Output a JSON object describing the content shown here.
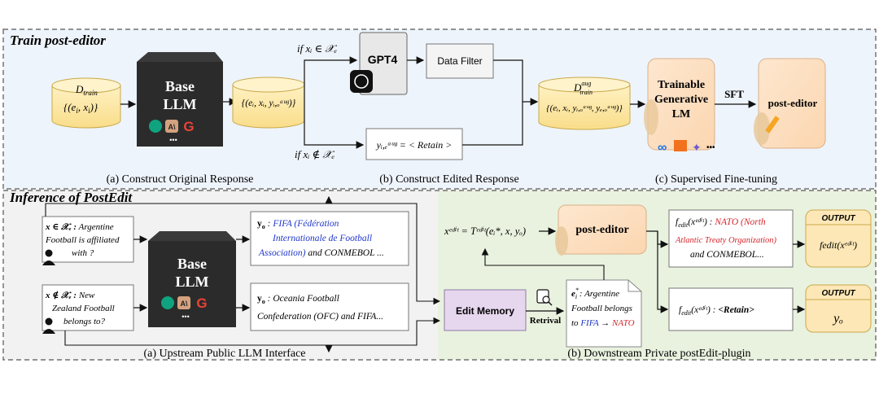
{
  "train": {
    "title": "Train post-editor",
    "d_train": {
      "name": "D",
      "sub": "train",
      "set": "{(e",
      "i": "i",
      "comma": ", x",
      "close": ")}"
    },
    "base_llm": {
      "line1": "Base",
      "line2": "LLM",
      "dots": "•••"
    },
    "aug_set": "{(eᵢ, xᵢ, yᵢ,ₒᵃᵘᵍ)}",
    "cond_in": "if  xᵢ ∈ 𝒳ₑ",
    "cond_out": "if  xᵢ ∉ 𝒳ₑ",
    "gpt4": "GPT4",
    "data_filter": "Data Filter",
    "retain_box": "yᵢ,ₑᵃᵘᵍ = < Retain >",
    "d_train_aug": {
      "name": "D",
      "sup": "aug",
      "sub": "train",
      "set": "{(eᵢ, xᵢ, yᵢ,ₒᵃᵘᵍ, yₑ,ₒᵃᵘᵍ)}"
    },
    "trainable": {
      "line1": "Trainable",
      "line2": "Generative",
      "line3": "LM",
      "dots": "•••"
    },
    "sft": "SFT",
    "post_editor": "post-editor",
    "captions": {
      "a": "(a) Construct Original Response",
      "b": "(b) Construct Edited Response",
      "c": "(c) Supervised Fine-tuning"
    }
  },
  "inference": {
    "title": "Inference of PostEdit",
    "q1": {
      "cond": "x ∈ 𝒳ₑ :",
      "text1": " Argentine",
      "text2": "Football is affiliated",
      "text3": "with ?"
    },
    "q2": {
      "cond": "x ∉ 𝒳ₑ :",
      "text1": " New",
      "text2": "Zealand Football",
      "text3": "belongs to?"
    },
    "base_llm": {
      "line1": "Base",
      "line2": "LLM",
      "dots": "•••"
    },
    "r1": {
      "y": "y",
      "o": "o",
      "colon": " : ",
      "blue1": "FIFA (Fédération",
      "blue2": "Internationale de Football",
      "blue3": "Association)",
      "rest3": " and CONMEBOL ..."
    },
    "r2": {
      "y": "y",
      "o": "o",
      "colon": " : ",
      "line1": " Oceania Football",
      "line2": "Confederation (OFC)  and FIFA..."
    },
    "edit_memory": "Edit Memory",
    "retrieval": "Retrival",
    "memory_doc": {
      "label": "e",
      "star": "*",
      "sub": "i",
      "line1": " : Argentine",
      "line2": "Football belongs",
      "to": "to ",
      "fifa": "FIFA",
      "arrow": " → ",
      "nato": "NATO"
    },
    "x_edit": "xᵉᵈⁱᵗ = Tᵉᵈⁱᵗ(eᵢ*, x, yₒ)",
    "post_editor": "post-editor",
    "out1": {
      "f": "f",
      "sub": "edit",
      "arg": "(xᵉᵈⁱᵗ) : ",
      "red1": "NATO (North",
      "red2": "Atlantic Treaty Organization)",
      "line3": "and CONMEBOL..."
    },
    "out2": {
      "f": "f",
      "sub": "edit",
      "arg": "(xᵉᵈⁱᵗ) : ",
      "retain": "<Retain>"
    },
    "output_label": "OUTPUT",
    "output1_val": "fedit(xᵉᵈⁱᵗ)",
    "output2_val": "yₒ",
    "captions": {
      "a": "(a) Upstream Public LLM Interface",
      "b": "(b) Downstream Private postEdit-plugin"
    }
  },
  "colors": {
    "train_bg": "#eef4fb",
    "infer_left_bg": "#f2f2f2",
    "infer_right_bg": "#e9f2df",
    "cylinder": "#fde9a8",
    "orange_box": "#fde1c4",
    "purple_box": "#e6d7ee",
    "blue_text": "#1f36c9",
    "red_text": "#d6262c"
  }
}
